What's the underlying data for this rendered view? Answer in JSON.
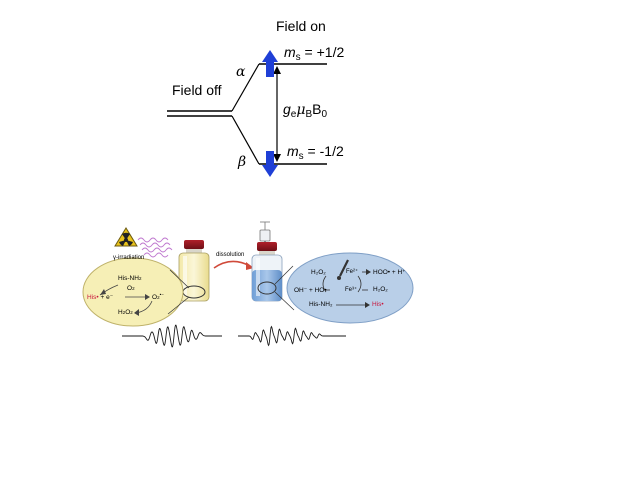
{
  "energy_diagram": {
    "field_on_label": "Field on",
    "field_off_label": "Field off",
    "alpha_symbol": "α",
    "beta_symbol": "β",
    "upper_level": {
      "m": "m",
      "sub": "s",
      "value": " = +1/2"
    },
    "lower_level": {
      "m": "m",
      "sub": "s",
      "value": " = -1/2"
    },
    "gap_label": {
      "g": "g",
      "g_sub": "e",
      "mu": "μ",
      "mu_sub": "B",
      "b": "B",
      "b_sub": "0"
    }
  },
  "epr_scheme": {
    "irradiation_label": "γ-irradiation",
    "dissolution_label": "dissolution",
    "left_bubble": {
      "his_nh2": "His-NH",
      "his_nh2_sub": "2",
      "o2": "O",
      "o2_sub": "2",
      "his_radical": "His",
      "electron": "+ e⁻",
      "superoxide": "O",
      "superoxide_sub": "2",
      "superoxide_sup": "•−",
      "h2o2": "H",
      "h2o2_mid": "2",
      "h2o2_end": "O",
      "h2o2_sub": "2"
    },
    "right_bubble": {
      "h2o2_top": "H₂O₂",
      "fe2": "Fe²⁺",
      "hoo_h": "HOO• + H⁺",
      "oh_ho": "OH⁻ + HO•",
      "fe3": "Fe³⁺",
      "h2o2_right": "H₂O₂",
      "his_nh2": "His-NH₂",
      "his_radical": "His•"
    },
    "colors": {
      "left_bubble_fill": "#f6efb6",
      "right_bubble_fill": "#b9cfe8",
      "radical_red": "#c8173d",
      "arrow_red": "#d04a3a",
      "spin_arrow_blue": "#1f3fd6"
    }
  }
}
